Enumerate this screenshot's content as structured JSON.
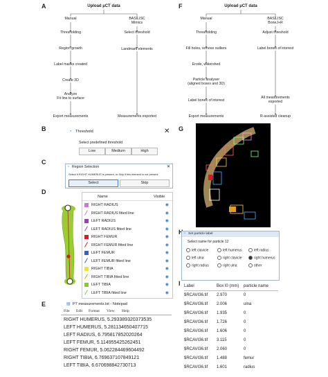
{
  "panels": {
    "a": "A",
    "b": "B",
    "c": "C",
    "d": "D",
    "e": "E",
    "f": "F",
    "g": "G",
    "h": "H",
    "i": "I"
  },
  "flowA": {
    "title": "Upload µCT data",
    "left_head": "Manual",
    "right_head": "BASILISC\nMimics",
    "left": [
      "Thresholding",
      "Region growth",
      "Label masks created",
      "Create 3D",
      "Analyze\nFit line to surface",
      "Export measurements"
    ],
    "right": [
      "Select threshold",
      "Landmark elements",
      "Measurements exported"
    ]
  },
  "flowF": {
    "title": "Upload µCT data",
    "left_head": "Manual",
    "right_head": "BASILISC\nBoneJ+R",
    "left": [
      "Thresholding",
      "Fill holes, remove outliers",
      "Erode, watershed",
      "Particle analyser\n(aligned boxes and 3D)",
      "Label bones of interest",
      "Export measurements"
    ],
    "right": [
      "Adjust threshold",
      "Label bones of interest",
      "All measurements\nexported",
      "R-assisted cleanup"
    ]
  },
  "threshold": {
    "title": "Threshold",
    "prompt": "Select predefined threshold",
    "buttons": [
      "Low",
      "Medium",
      "High"
    ]
  },
  "region": {
    "title": "Region Selection",
    "prompt": "Select if RIGHT HUMERUS is present, or Skip if this element is not present",
    "buttons": [
      "Select",
      "Skip"
    ]
  },
  "layers": {
    "col_name": "Name",
    "col_visible": "Visible",
    "items": [
      {
        "label": "RIGHT RADIUS",
        "kind": "square",
        "color": "#c77ad6"
      },
      {
        "label": "RIGHT RADIUS fitted line",
        "kind": "line",
        "color": "#c77ad6"
      },
      {
        "label": "LEFT RADIUS",
        "kind": "square",
        "color": "#9b3fb5"
      },
      {
        "label": "LEFT RADIUS fitted line",
        "kind": "line",
        "color": "#9b3fb5"
      },
      {
        "label": "RIGHT FEMUR",
        "kind": "square",
        "color": "#d11d2a"
      },
      {
        "label": "RIGHT FEMUR fitted line",
        "kind": "line",
        "color": "#d11d2a"
      },
      {
        "label": "LEFT FEMUR",
        "kind": "square",
        "color": "#3b5fc0"
      },
      {
        "label": "LEFT FEMUR fitted line",
        "kind": "line",
        "color": "#3b5fc0"
      },
      {
        "label": "RIGHT TIBIA",
        "kind": "square",
        "color": "#e6e638"
      },
      {
        "label": "RIGHT TIBIA fitted line",
        "kind": "line",
        "color": "#c7a400"
      },
      {
        "label": "LEFT TIBIA",
        "kind": "square",
        "color": "#8cc43a"
      },
      {
        "label": "LEFT TIBIA fitted line",
        "kind": "line",
        "color": "#8cc43a"
      }
    ]
  },
  "notepad": {
    "title": "P7 measurements.txt - Notepad",
    "menu": [
      "File",
      "Edit",
      "Format",
      "View",
      "Help"
    ],
    "lines": [
      "RIGHT HUMERUS, 5.293389320373535",
      "LEFT HUMERUS, 5.281134650407715",
      "LEFT RADIUS, 6.795817852020264",
      "LEFT FEMUR, 5.114955425262451",
      "RIGHT FEMUR, 5.062284469604492",
      "RIGHT TIBIA, 6.769637107849121",
      "LEFT TIBIA, 6.670698842730713"
    ]
  },
  "particle": {
    "title": "Set particle label",
    "prompt": "Select name for particle 12",
    "options": [
      "left clavicle",
      "left humerus",
      "left radius",
      "left ulna",
      "right clavicle",
      "right humerus",
      "right radius",
      "right ulna",
      "other"
    ],
    "selected": "right humerus"
  },
  "table": {
    "headers": [
      "Label",
      "Box l0 (mm)",
      "particle name"
    ],
    "rows": [
      [
        "$RCAVI36.tif",
        "2.970",
        "0"
      ],
      [
        "$RCAVI36.tif",
        "2.006",
        "ulna"
      ],
      [
        "$RCAVI36.tif",
        "1.935",
        "0"
      ],
      [
        "$RCAVI36.tif",
        "1.726",
        "0"
      ],
      [
        "$RCAVI36.tif",
        "1.606",
        "0"
      ],
      [
        "$RCAVI36.tif",
        "3.115",
        "0"
      ],
      [
        "$RCAVI36.tif",
        "2.060",
        "0"
      ],
      [
        "$RCAVI36.tif",
        "1.488",
        "femur"
      ],
      [
        "$RCAVI36.tif",
        "1.601",
        "radius"
      ]
    ]
  }
}
